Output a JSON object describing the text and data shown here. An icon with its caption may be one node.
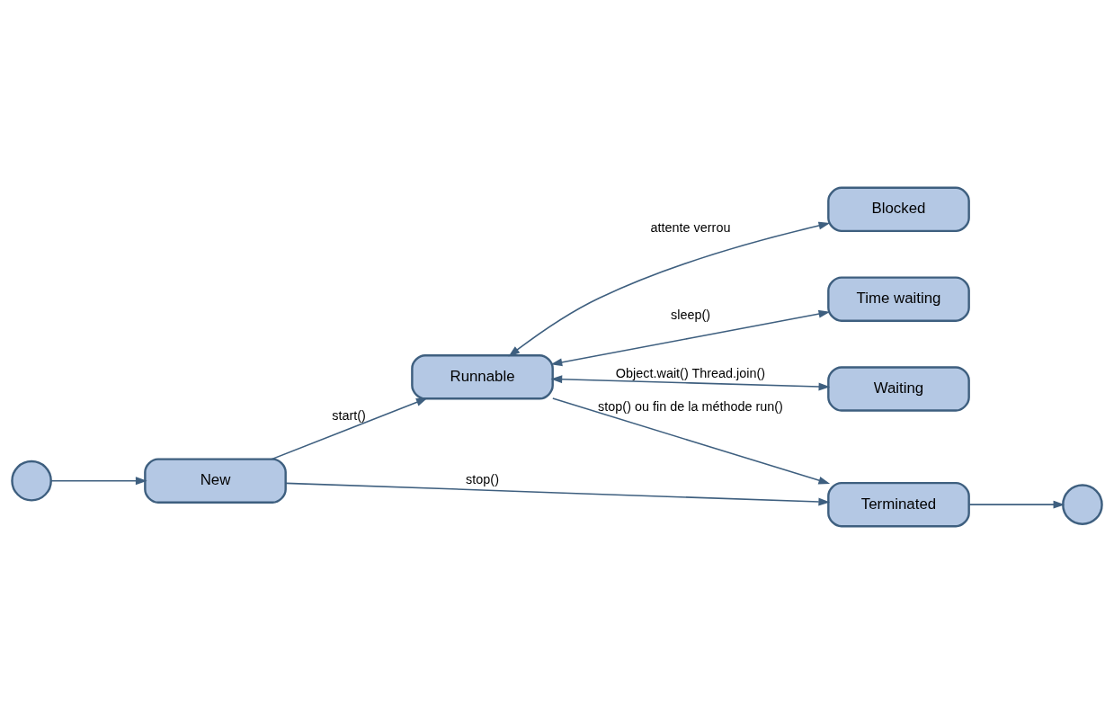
{
  "diagram": {
    "nodes": [
      {
        "text": [],
        "shape": "circle"
      },
      {
        "text": [
          "New"
        ]
      },
      {
        "text": [
          "Runnable"
        ]
      },
      {
        "text": [
          "Time waiting"
        ]
      },
      {
        "text": [
          "Waiting"
        ]
      },
      {
        "text": [
          "Terminated"
        ]
      },
      {
        "text": [
          "Blocked"
        ]
      },
      {
        "text": [],
        "shape": "circle"
      }
    ],
    "edges": [
      {
        "from": 0,
        "to": 1,
        "arrow": "to"
      },
      {
        "from": 1,
        "to": 2,
        "arrow": "to",
        "label": "start()"
      },
      {
        "from": 2,
        "to": 3,
        "arrow": "both",
        "label": "sleep()"
      },
      {
        "from": 2,
        "to": 4,
        "arrow": "both",
        "label": "Object.wait() Thread.join()"
      },
      {
        "from": 1,
        "to": 5,
        "arrow": "to",
        "label": "stop()"
      },
      {
        "from": 2,
        "to": 5,
        "arrow": "to",
        "label": "stop() ou fin de la méthode run()"
      },
      {
        "from": 2,
        "to": 6,
        "arrow": "both",
        "label": "attente verrou"
      },
      {
        "from": 5,
        "to": 7,
        "arrow": "to"
      }
    ]
  }
}
